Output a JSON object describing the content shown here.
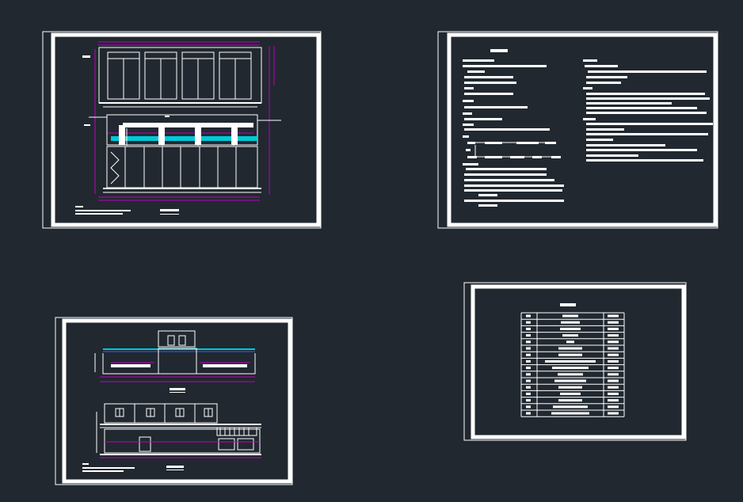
{
  "workspace": {
    "background": "#212830",
    "sheet_fill": "#212830",
    "sheet_border": "#ffffff",
    "line_color": "#ffffff",
    "dimension_color": "#c000c0",
    "water_color": "#00c8d8",
    "sheets": [
      {
        "name": "sheet-plan",
        "content": "plan-drawing"
      },
      {
        "name": "sheet-notes",
        "content": "text-notes"
      },
      {
        "name": "sheet-sections",
        "content": "section-drawings"
      },
      {
        "name": "sheet-table",
        "content": "materials-table"
      }
    ],
    "table": {
      "rows": 16,
      "columns": 3
    }
  }
}
